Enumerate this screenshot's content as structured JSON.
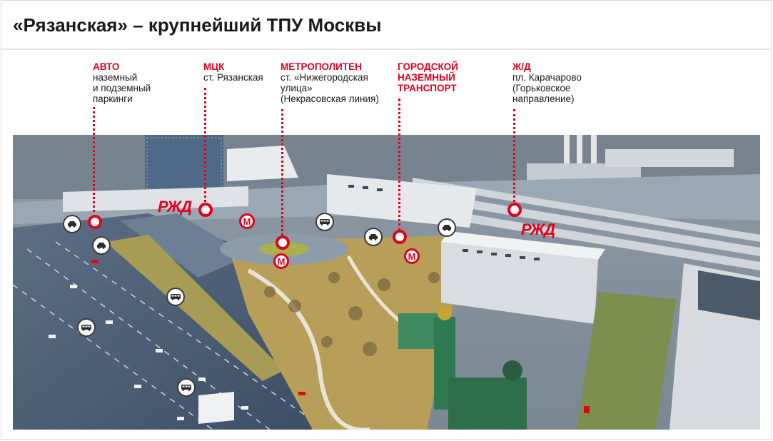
{
  "title": "«Рязанская» – крупнейший ТПУ Москвы",
  "categories": [
    {
      "id": "auto",
      "heading": "АВТО",
      "lines": [
        "наземный",
        "и подземный",
        "паркинги"
      ]
    },
    {
      "id": "mck",
      "heading": "МЦК",
      "lines": [
        "ст. Рязанская"
      ]
    },
    {
      "id": "metro",
      "heading": "МЕТРОПОЛИТЕН",
      "lines": [
        "ст. «Нижегородская",
        "улица»",
        "(Некрасовская линия)"
      ]
    },
    {
      "id": "transport",
      "heading_lines": [
        "ГОРОДСКОЙ",
        "НАЗЕМНЫЙ",
        "ТРАНСПОРТ"
      ]
    },
    {
      "id": "rail",
      "heading": "Ж/Д",
      "lines": [
        "пл. Карачарово",
        "(Горьковское",
        "направление)"
      ]
    }
  ],
  "map_symbols": {
    "metro_letter": "М",
    "rzd_logo": "РЖД"
  },
  "colors": {
    "accent": "#e3001b",
    "title": "#1a1a1a"
  },
  "icons": [
    "car-icon",
    "bus-icon",
    "metro-icon",
    "rzd-logo-icon"
  ]
}
